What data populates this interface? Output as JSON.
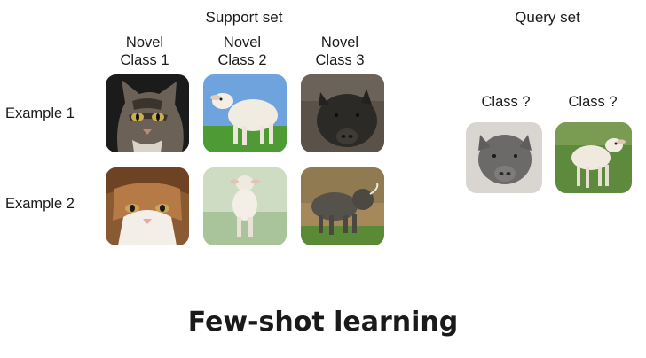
{
  "support_set": {
    "header": "Support set",
    "columns": [
      {
        "line1": "Novel",
        "line2": "Class 1"
      },
      {
        "line1": "Novel",
        "line2": "Class 2"
      },
      {
        "line1": "Novel",
        "line2": "Class 3"
      }
    ],
    "rows": [
      "Example 1",
      "Example 2"
    ],
    "images": [
      [
        "cat-image",
        "lamb-image",
        "boar-image"
      ],
      [
        "cat-image",
        "lamb-image",
        "boar-image"
      ]
    ]
  },
  "query_set": {
    "header": "Query set",
    "labels": [
      "Class ?",
      "Class ?"
    ],
    "images": [
      "boar-image",
      "lamb-image"
    ]
  },
  "title": "Few-shot learning"
}
